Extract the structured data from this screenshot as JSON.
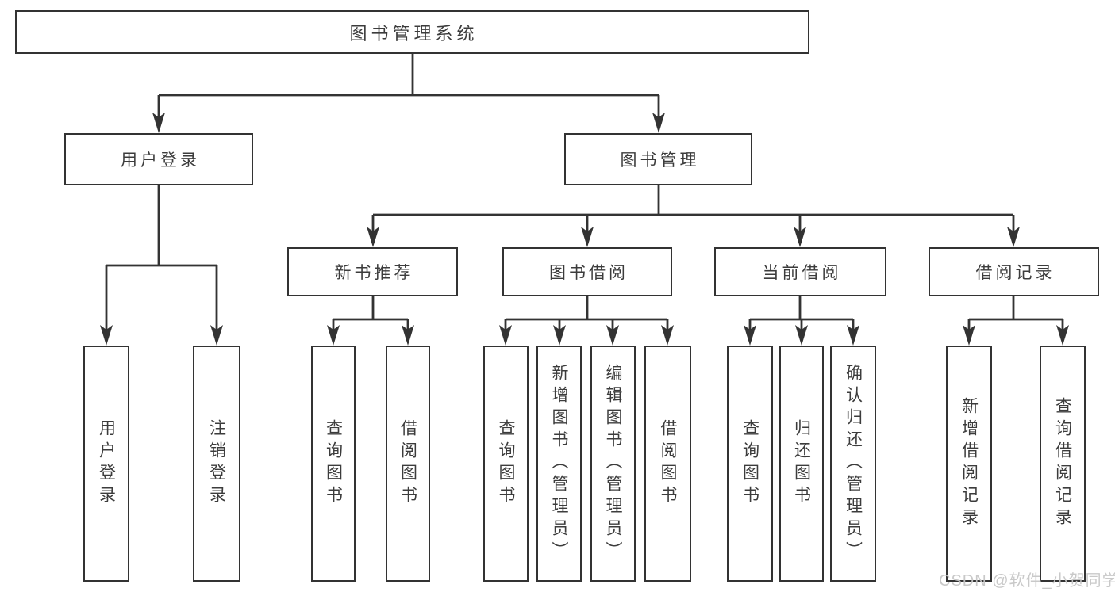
{
  "diagram": {
    "root": {
      "label": "图书管理系统"
    },
    "level2": [
      {
        "label": "用户登录"
      },
      {
        "label": "图书管理"
      }
    ],
    "level3": [
      {
        "label": "新书推荐"
      },
      {
        "label": "图书借阅"
      },
      {
        "label": "当前借阅"
      },
      {
        "label": "借阅记录"
      }
    ],
    "leaves": {
      "user_login": [
        {
          "label": "用户登录"
        },
        {
          "label": "注销登录"
        }
      ],
      "new_books": [
        {
          "label": "查询图书"
        },
        {
          "label": "借阅图书"
        }
      ],
      "book_borrow": [
        {
          "label": "查询图书"
        },
        {
          "label": "新增图书（管理员）"
        },
        {
          "label": "编辑图书（管理员）"
        },
        {
          "label": "借阅图书"
        }
      ],
      "current_borrow": [
        {
          "label": "查询图书"
        },
        {
          "label": "归还图书"
        },
        {
          "label": "确认归还（管理员）"
        }
      ],
      "borrow_records": [
        {
          "label": "新增借阅记录"
        },
        {
          "label": "查询借阅记录"
        }
      ]
    }
  },
  "watermark": {
    "text": "CSDN @软件_小贺同学"
  },
  "colors": {
    "line": "#333333",
    "text": "#3c3c3c",
    "watermark": "#c7c7c7",
    "background": "#ffffff"
  }
}
